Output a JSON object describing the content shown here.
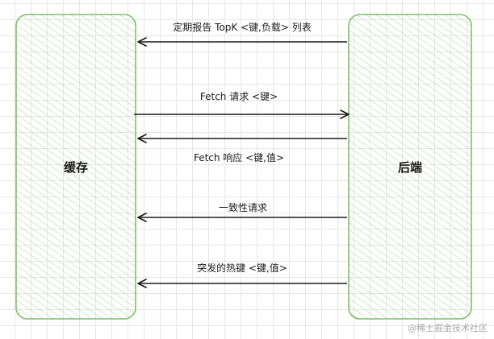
{
  "nodes": {
    "cache": {
      "label": "缓存"
    },
    "backend": {
      "label": "后端"
    }
  },
  "messages": [
    {
      "label": "定期报告 TopK <键,负载> 列表",
      "direction": "backend-to-cache"
    },
    {
      "label": "Fetch 请求 <键>",
      "direction": "cache-to-backend"
    },
    {
      "label": "Fetch 响应 <键,值>",
      "direction": "backend-to-cache"
    },
    {
      "label": "一致性请求",
      "direction": "backend-to-cache"
    },
    {
      "label": "突发的热键 <键,值>",
      "direction": "backend-to-cache"
    }
  ],
  "watermark": "@稀土掘金技术社区",
  "colors": {
    "box_stroke": "#7cbf6a",
    "hatch": "#a9d89a",
    "arrow": "#1a1a1a",
    "text": "#1a1a1a"
  }
}
